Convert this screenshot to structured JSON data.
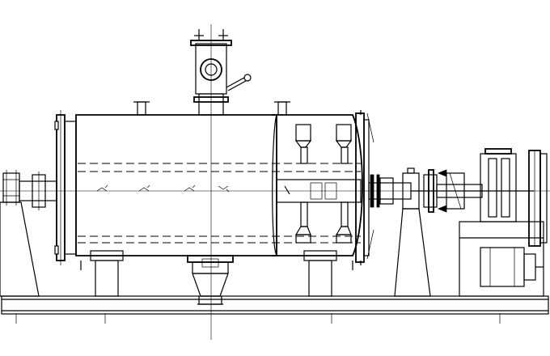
{
  "drawing": {
    "line_color": "#000000",
    "background_color": "#ffffff",
    "components": [
      "left-support",
      "drum-body",
      "left-flange",
      "manhole",
      "top-nozzles",
      "discharge-outlet",
      "support-feet",
      "agitator-paddles",
      "right-end-cap",
      "drive-shaft",
      "shaft-bearing-pedestal",
      "coupling",
      "gearbox",
      "belt-pulley",
      "motor",
      "base-frame"
    ]
  }
}
